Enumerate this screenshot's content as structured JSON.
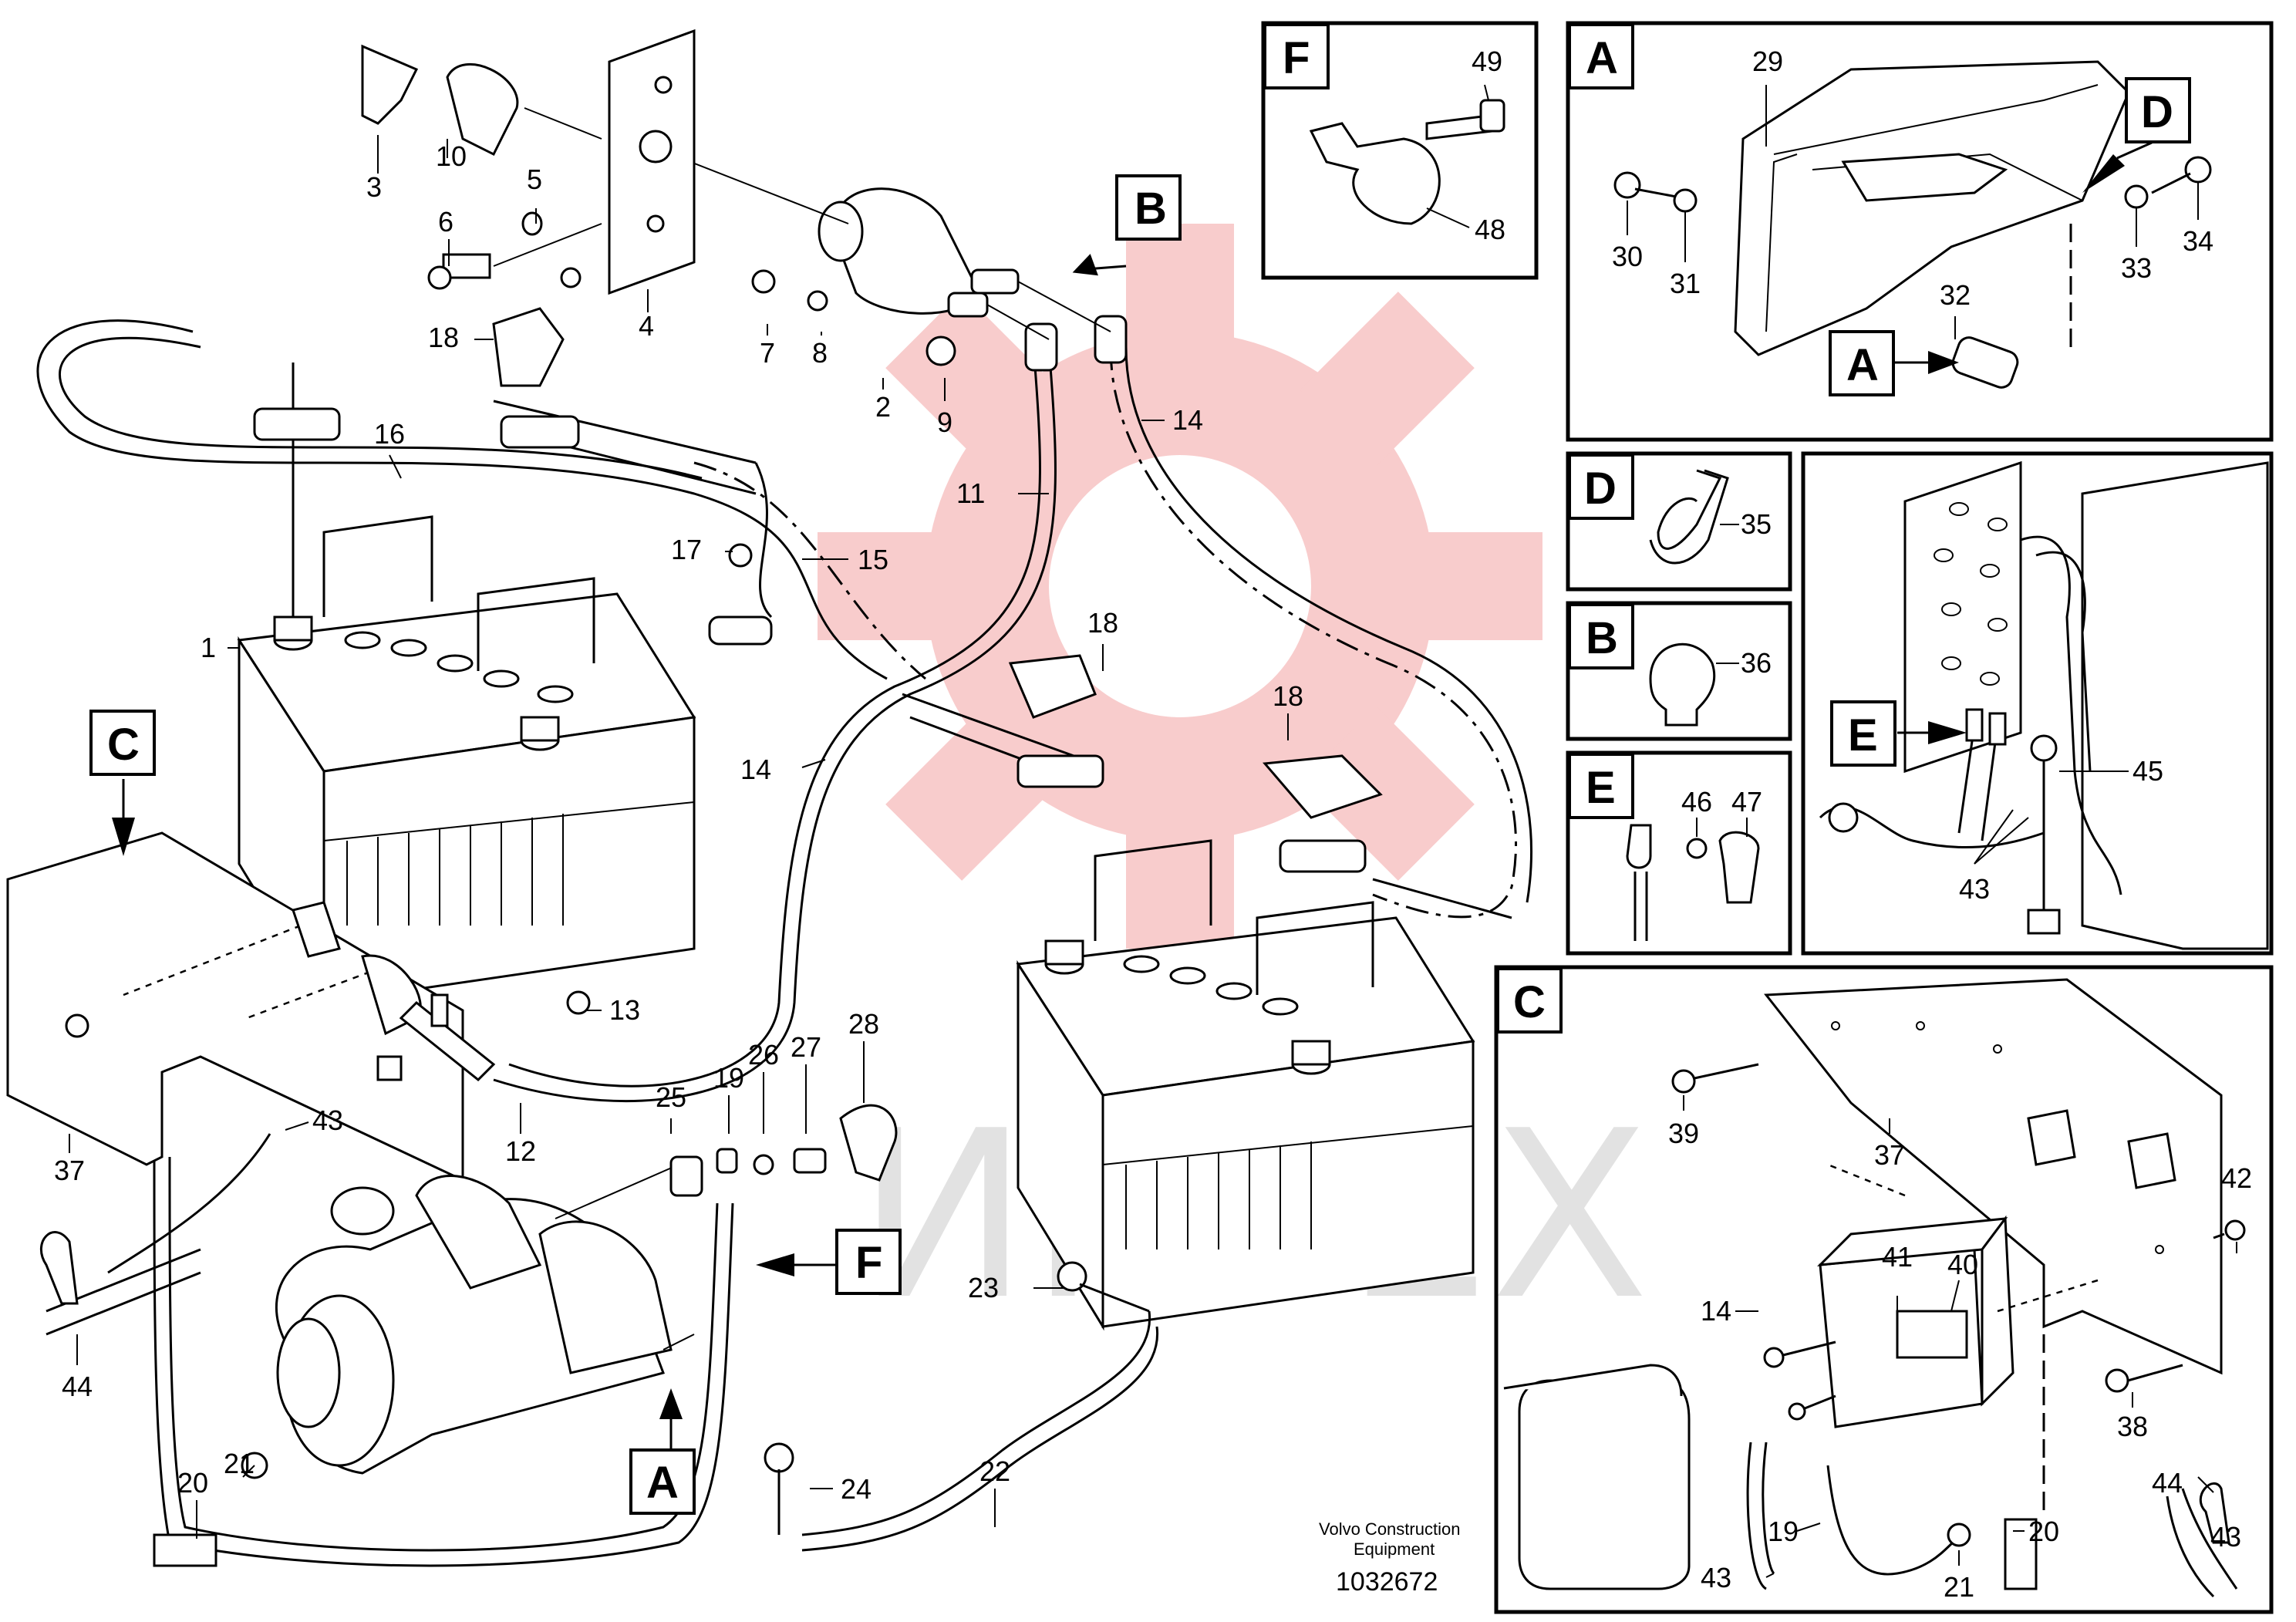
{
  "watermark": {
    "text": "ИНТЕХ",
    "gear_color": "#e84a4a"
  },
  "credit": {
    "line1": "Volvo Construction",
    "line2": "Equipment",
    "number": "1032672"
  },
  "callouts": {
    "main": [
      {
        "id": "c3",
        "text": "3"
      },
      {
        "id": "c10",
        "text": "10"
      },
      {
        "id": "c5",
        "text": "5"
      },
      {
        "id": "c6",
        "text": "6"
      },
      {
        "id": "c4",
        "text": "4"
      },
      {
        "id": "c18a",
        "text": "18"
      },
      {
        "id": "c7",
        "text": "7"
      },
      {
        "id": "c8",
        "text": "8"
      },
      {
        "id": "c2",
        "text": "2"
      },
      {
        "id": "c9",
        "text": "9"
      },
      {
        "id": "c14a",
        "text": "14"
      },
      {
        "id": "c11",
        "text": "11"
      },
      {
        "id": "c16",
        "text": "16"
      },
      {
        "id": "c17",
        "text": "17"
      },
      {
        "id": "c15",
        "text": "15"
      },
      {
        "id": "c1",
        "text": "1"
      },
      {
        "id": "c18b",
        "text": "18"
      },
      {
        "id": "c18c",
        "text": "18"
      },
      {
        "id": "c14b",
        "text": "14"
      },
      {
        "id": "c13",
        "text": "13"
      },
      {
        "id": "c12",
        "text": "12"
      },
      {
        "id": "c25",
        "text": "25"
      },
      {
        "id": "c19",
        "text": "19"
      },
      {
        "id": "c26",
        "text": "26"
      },
      {
        "id": "c27",
        "text": "27"
      },
      {
        "id": "c28",
        "text": "28"
      },
      {
        "id": "c37",
        "text": "37"
      },
      {
        "id": "c43",
        "text": "43"
      },
      {
        "id": "c44",
        "text": "44"
      },
      {
        "id": "c23",
        "text": "23"
      },
      {
        "id": "c22",
        "text": "22"
      },
      {
        "id": "c24",
        "text": "24"
      },
      {
        "id": "c20",
        "text": "20"
      },
      {
        "id": "c21",
        "text": "21"
      }
    ],
    "box_f": [
      {
        "text": "49"
      },
      {
        "text": "48"
      }
    ],
    "box_a": [
      {
        "text": "29"
      },
      {
        "text": "30"
      },
      {
        "text": "31"
      },
      {
        "text": "32"
      },
      {
        "text": "33"
      },
      {
        "text": "34"
      }
    ],
    "box_d": [
      {
        "text": "35"
      }
    ],
    "box_b": [
      {
        "text": "36"
      }
    ],
    "box_e": [
      {
        "text": "46"
      },
      {
        "text": "47"
      }
    ],
    "box_photo": [
      {
        "text": "45"
      },
      {
        "text": "43"
      }
    ],
    "box_c": [
      {
        "text": "39"
      },
      {
        "text": "37"
      },
      {
        "text": "42"
      },
      {
        "text": "41"
      },
      {
        "text": "40"
      },
      {
        "text": "14"
      },
      {
        "text": "38"
      },
      {
        "text": "44"
      },
      {
        "text": "43"
      },
      {
        "text": "19"
      },
      {
        "text": "20"
      },
      {
        "text": "21"
      },
      {
        "text": "43"
      }
    ]
  },
  "tags": {
    "main_b": "B",
    "main_c": "C",
    "main_f": "F",
    "main_a": "A",
    "box_f": "F",
    "box_a": "A",
    "box_a_d": "D",
    "box_a_a": "A",
    "box_d": "D",
    "box_b": "B",
    "box_e": "E",
    "box_photo_e": "E",
    "box_c": "C"
  }
}
